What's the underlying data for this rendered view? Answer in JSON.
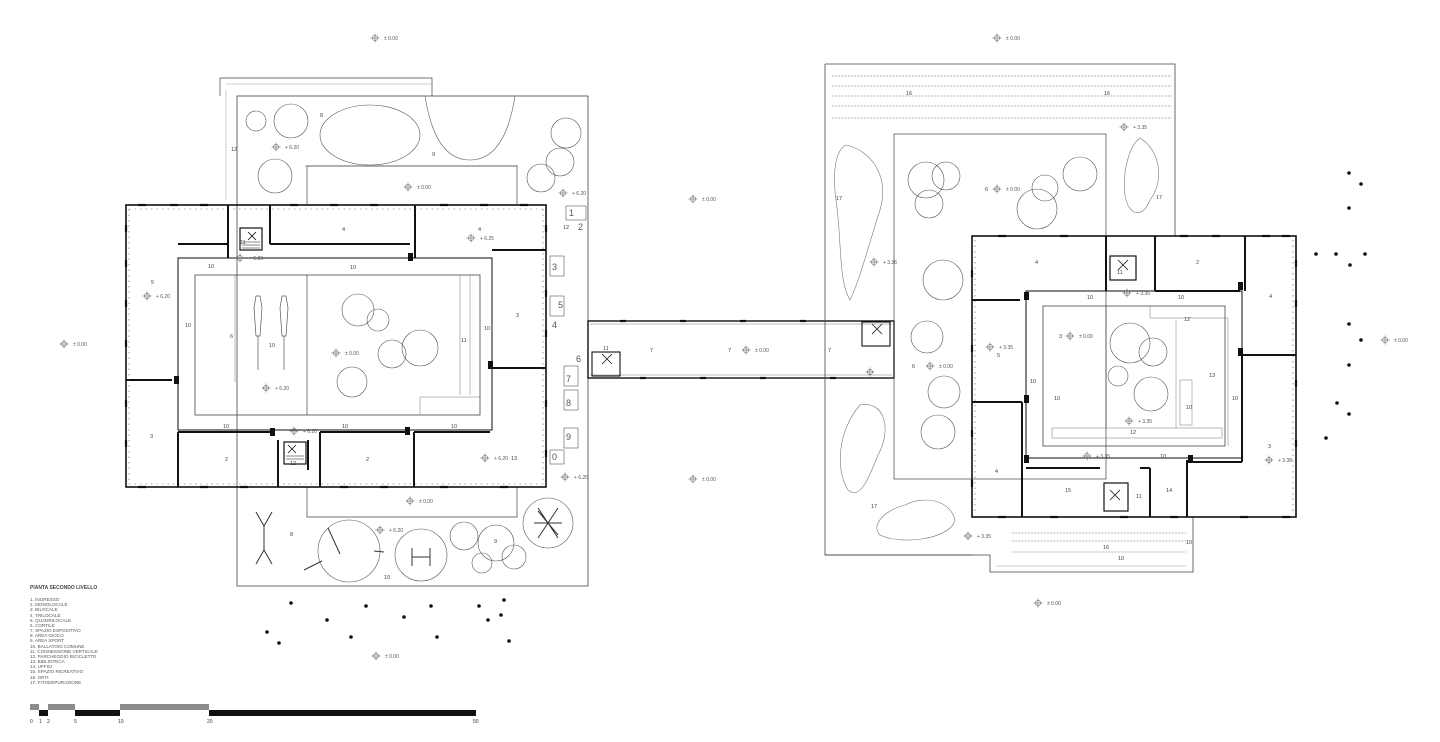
{
  "plan_title": "PIANTA SECONDO LIVELLO",
  "legend": [
    "1. INGRESSO",
    "2. MONOLOCALE",
    "3. BILOCALE",
    "4. TRILOCALE",
    "5. QUADRILOCALE",
    "6. CORTILE",
    "7. SPAZIO ESPOSITIVO",
    "8. AREA GIOCO",
    "9. AREA SPORT",
    "10. BALLATOIO COMUNE",
    "11. CONNESSIONE VERTICALE",
    "12. PARCHEGGIO BICICLETTE",
    "13. BIBLIOTECA",
    "14. UFFICI",
    "15. SPAZIO RICREATIVO",
    "16. ORTI",
    "17. FITODEPURAZIONE"
  ],
  "scale_bar": {
    "labels": [
      "0",
      "1",
      "2",
      "5",
      "10",
      "20",
      "50"
    ]
  },
  "elevations": {
    "ground": "± 0.00",
    "level_west": "+ 6.20",
    "level_east": "+ 3.35",
    "level_west_alt": "+ 6.25",
    "level_east_alt": "+ 3.38",
    "level_east_alt2": "+ 3.36"
  },
  "room_numbers": {
    "west_wing": [
      "4",
      "4",
      "5",
      "3",
      "3",
      "2",
      "2",
      "13",
      "10",
      "10",
      "10",
      "10",
      "10",
      "10",
      "10",
      "10",
      "11",
      "11",
      "12",
      "12",
      "12",
      "6",
      "8",
      "8",
      "9",
      "9",
      "10"
    ],
    "bridge": [
      "7",
      "7",
      "7",
      "11"
    ],
    "east_wing": [
      "4",
      "2",
      "4",
      "5",
      "3",
      "3",
      "4",
      "15",
      "14",
      "11",
      "11",
      "10",
      "10",
      "10",
      "10",
      "10",
      "10",
      "10",
      "12",
      "12",
      "13",
      "16",
      "16",
      "16",
      "17",
      "17",
      "17",
      "6",
      "6",
      "10",
      "10"
    ]
  },
  "stair_marks": [
    "1",
    "2",
    "3",
    "4",
    "5",
    "6",
    "7",
    "8",
    "9",
    "0"
  ],
  "colors": {
    "wall": "#1a1a1a",
    "line": "#555555",
    "thin": "#888888",
    "scale_grey": "#8c8c8c"
  }
}
